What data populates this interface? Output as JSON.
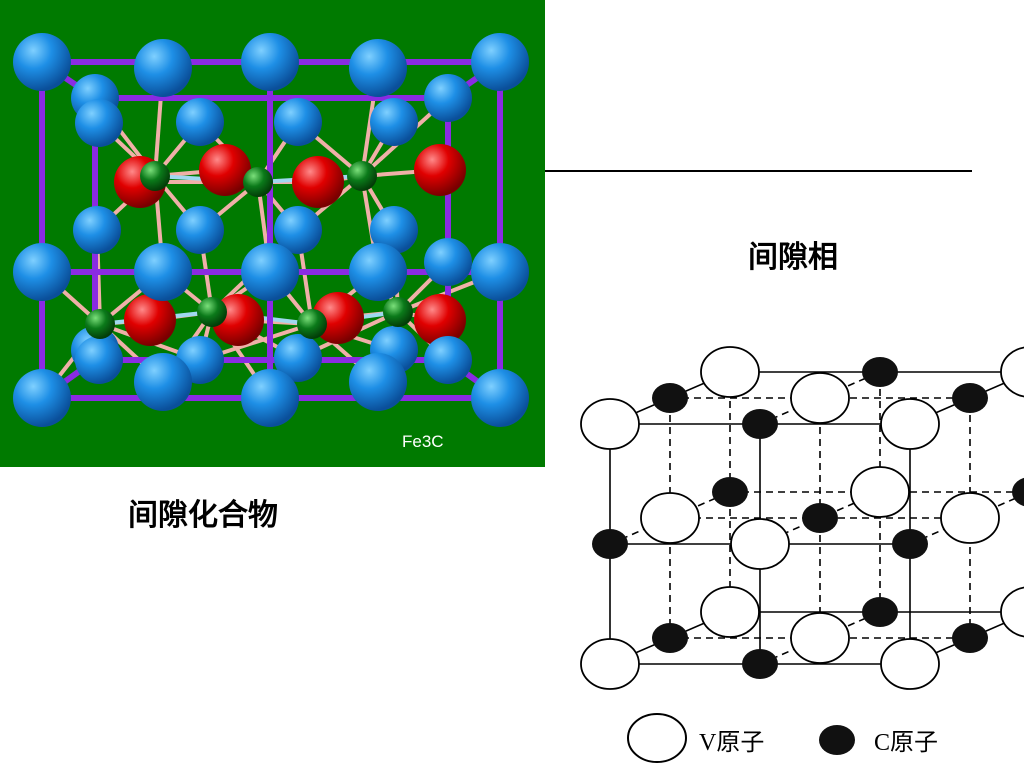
{
  "fe3c_model": {
    "label": "Fe3C",
    "colors": {
      "background": "#007a00",
      "fe_atom": "#1e8fe6",
      "c_atom": "#e00000",
      "small_atom": "#0b7a1a",
      "frame": "#8a2be2",
      "bond": "#f0b0a8"
    }
  },
  "captions": {
    "interstitial_phase": "间隙相",
    "interstitial_compound": "间隙化合物"
  },
  "vc_lattice": {
    "legend": {
      "v_atom": "V原子",
      "c_atom": "C原子"
    }
  }
}
